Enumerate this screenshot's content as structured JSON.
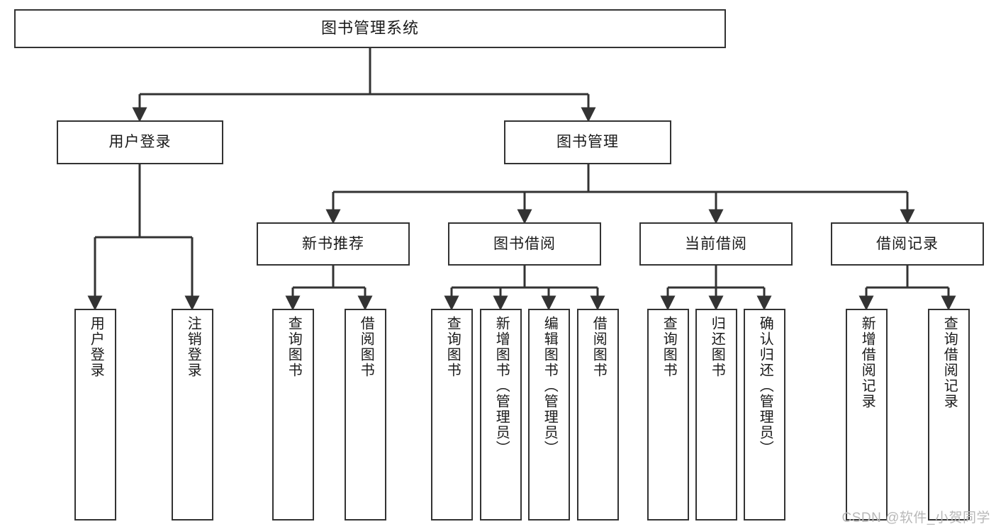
{
  "diagram": {
    "title": "图书管理系统",
    "type": "tree",
    "root": {
      "id": "root",
      "label": "图书管理系统"
    },
    "level2": [
      {
        "id": "user-login",
        "label": "用户登录"
      },
      {
        "id": "book-manage",
        "label": "图书管理"
      }
    ],
    "level3": [
      {
        "id": "new-book-rec",
        "label": "新书推荐"
      },
      {
        "id": "book-borrow",
        "label": "图书借阅"
      },
      {
        "id": "current-borrow",
        "label": "当前借阅"
      },
      {
        "id": "borrow-record",
        "label": "借阅记录"
      }
    ],
    "leaves": {
      "user_login": [
        {
          "id": "leaf-user-login",
          "label": "用户登录"
        },
        {
          "id": "leaf-logout",
          "label": "注销登录"
        }
      ],
      "new_book_rec": [
        {
          "id": "leaf-query-book-1",
          "label": "查询图书"
        },
        {
          "id": "leaf-borrow-book-1",
          "label": "借阅图书"
        }
      ],
      "book_borrow": [
        {
          "id": "leaf-query-book-2",
          "label": "查询图书"
        },
        {
          "id": "leaf-add-book",
          "label": "新增图书（管理员）"
        },
        {
          "id": "leaf-edit-book",
          "label": "编辑图书（管理员）"
        },
        {
          "id": "leaf-borrow-book-2",
          "label": "借阅图书"
        }
      ],
      "current_borrow": [
        {
          "id": "leaf-query-book-3",
          "label": "查询图书"
        },
        {
          "id": "leaf-return-book",
          "label": "归还图书"
        },
        {
          "id": "leaf-confirm-return",
          "label": "确认归还（管理员）"
        }
      ],
      "borrow_record": [
        {
          "id": "leaf-add-record",
          "label": "新增借阅记录"
        },
        {
          "id": "leaf-query-record",
          "label": "查询借阅记录"
        }
      ]
    }
  },
  "watermark": {
    "text": "CSDN @软件_小贺同学"
  },
  "colors": {
    "stroke": "#333333",
    "background": "#ffffff",
    "text": "#1a1a1a",
    "watermark": "#b8b8b8"
  }
}
